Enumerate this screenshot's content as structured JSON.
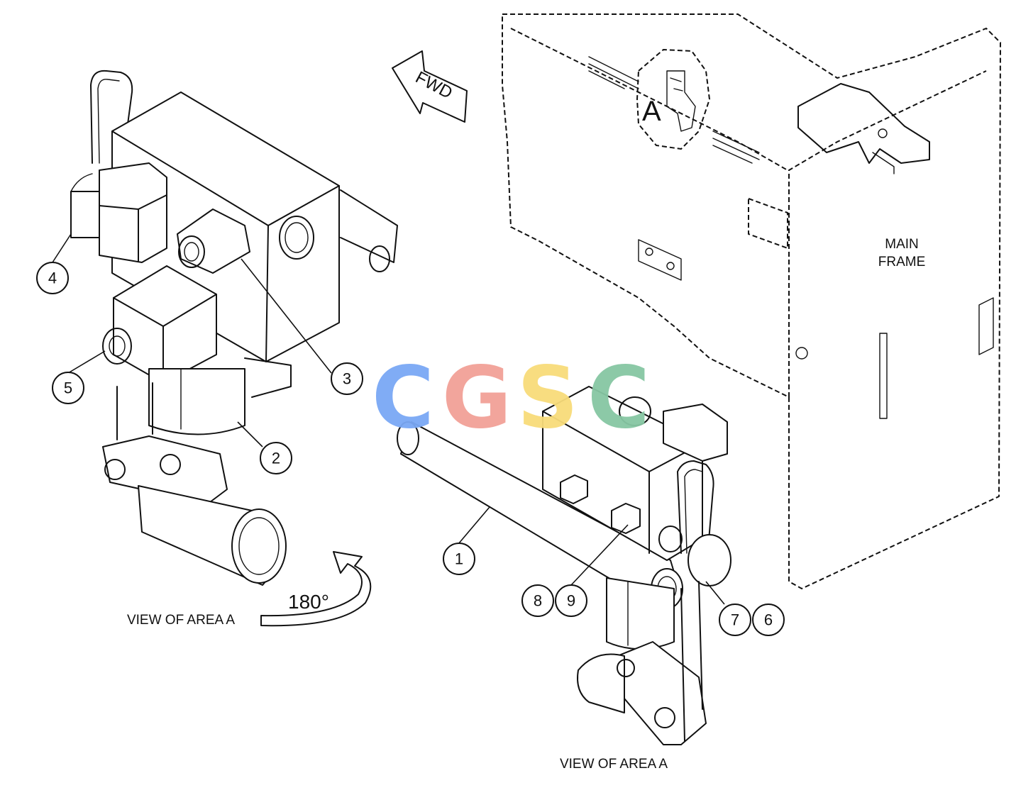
{
  "callouts": {
    "c1": "1",
    "c2": "2",
    "c3": "3",
    "c4": "4",
    "c5": "5",
    "c6": "6",
    "c7": "7",
    "c8": "8",
    "c9": "9"
  },
  "labels": {
    "fwd": "FWD",
    "area_marker": "A",
    "main_frame_line1": "MAIN",
    "main_frame_line2": "FRAME",
    "rotation": "180°",
    "view_left": "VIEW OF AREA A",
    "view_right": "VIEW OF AREA A"
  },
  "watermark": {
    "letters": [
      "C",
      "G",
      "S",
      "C"
    ],
    "colors": [
      "#7aa8f5",
      "#f2a197",
      "#f8dc7a",
      "#86c7a3"
    ]
  }
}
